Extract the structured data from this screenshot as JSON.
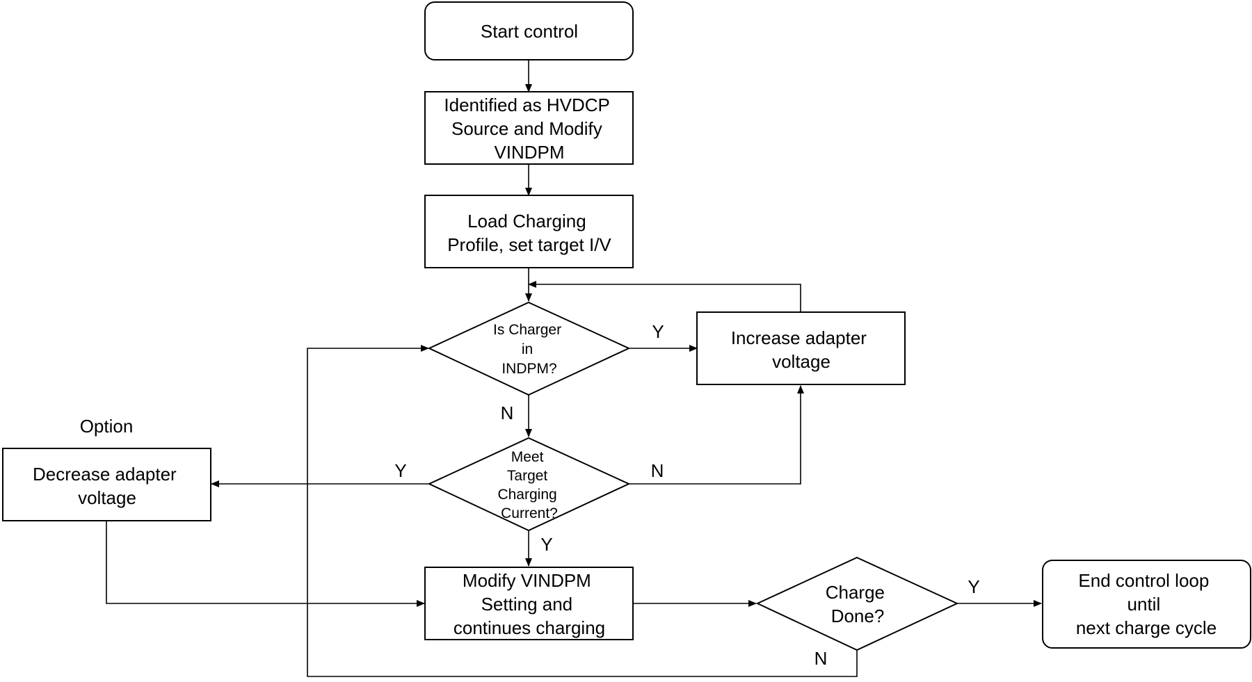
{
  "nodes": {
    "start": {
      "lines": [
        "Start control"
      ]
    },
    "identify": {
      "lines": [
        "Identified as HVDCP",
        "Source and Modify",
        "VINDPM"
      ]
    },
    "load": {
      "lines": [
        "Load Charging",
        "Profile, set target I/V"
      ]
    },
    "indpm_check": {
      "lines": [
        "Is Charger",
        "in",
        "INDPM?"
      ]
    },
    "increase": {
      "lines": [
        "Increase adapter",
        "voltage"
      ]
    },
    "meet_check": {
      "lines": [
        "Meet",
        "Target",
        "Charging",
        "Current?"
      ]
    },
    "decrease": {
      "lines": [
        "Decrease adapter",
        "voltage"
      ]
    },
    "modify": {
      "lines": [
        "Modify VINDPM",
        "Setting and",
        "continues charging"
      ]
    },
    "done_check": {
      "lines": [
        "Charge",
        "Done?"
      ]
    },
    "end": {
      "lines": [
        "End control loop",
        "until",
        "next charge cycle"
      ]
    }
  },
  "option_label": "Option",
  "edge_labels": {
    "indpm_yes": "Y",
    "indpm_no": "N",
    "meet_yes_left": "Y",
    "meet_no": "N",
    "meet_yes_down": "Y",
    "done_yes": "Y",
    "done_no": "N"
  }
}
